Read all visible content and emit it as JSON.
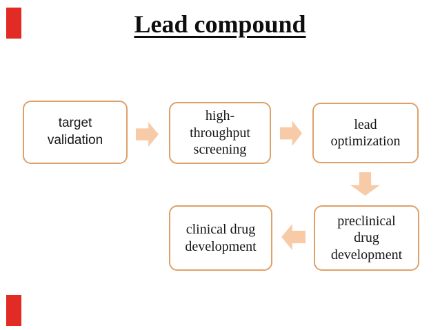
{
  "slide": {
    "title": "Lead compound"
  },
  "colors": {
    "box_border": "#dfa068",
    "box_fill": "#ffffff",
    "arrow_fill": "#f8cba8",
    "accent_red": "#e12b24",
    "text": "#161616",
    "title_text": "#0d0d0d"
  },
  "diagram": {
    "nodes": [
      {
        "id": "target-validation",
        "label": "target\nvalidation"
      },
      {
        "id": "high-throughput-screening",
        "label": "high-\nthroughput\nscreening"
      },
      {
        "id": "lead-optimization",
        "label": "lead\noptimization"
      },
      {
        "id": "preclinical-drug-development",
        "label": "preclinical\ndrug\ndevelopment"
      },
      {
        "id": "clinical-drug-development",
        "label": "clinical drug\ndevelopment"
      }
    ],
    "edges": [
      {
        "from": "target-validation",
        "to": "high-throughput-screening",
        "direction": "right"
      },
      {
        "from": "high-throughput-screening",
        "to": "lead-optimization",
        "direction": "right"
      },
      {
        "from": "lead-optimization",
        "to": "preclinical-drug-development",
        "direction": "down"
      },
      {
        "from": "preclinical-drug-development",
        "to": "clinical-drug-development",
        "direction": "left"
      }
    ]
  }
}
